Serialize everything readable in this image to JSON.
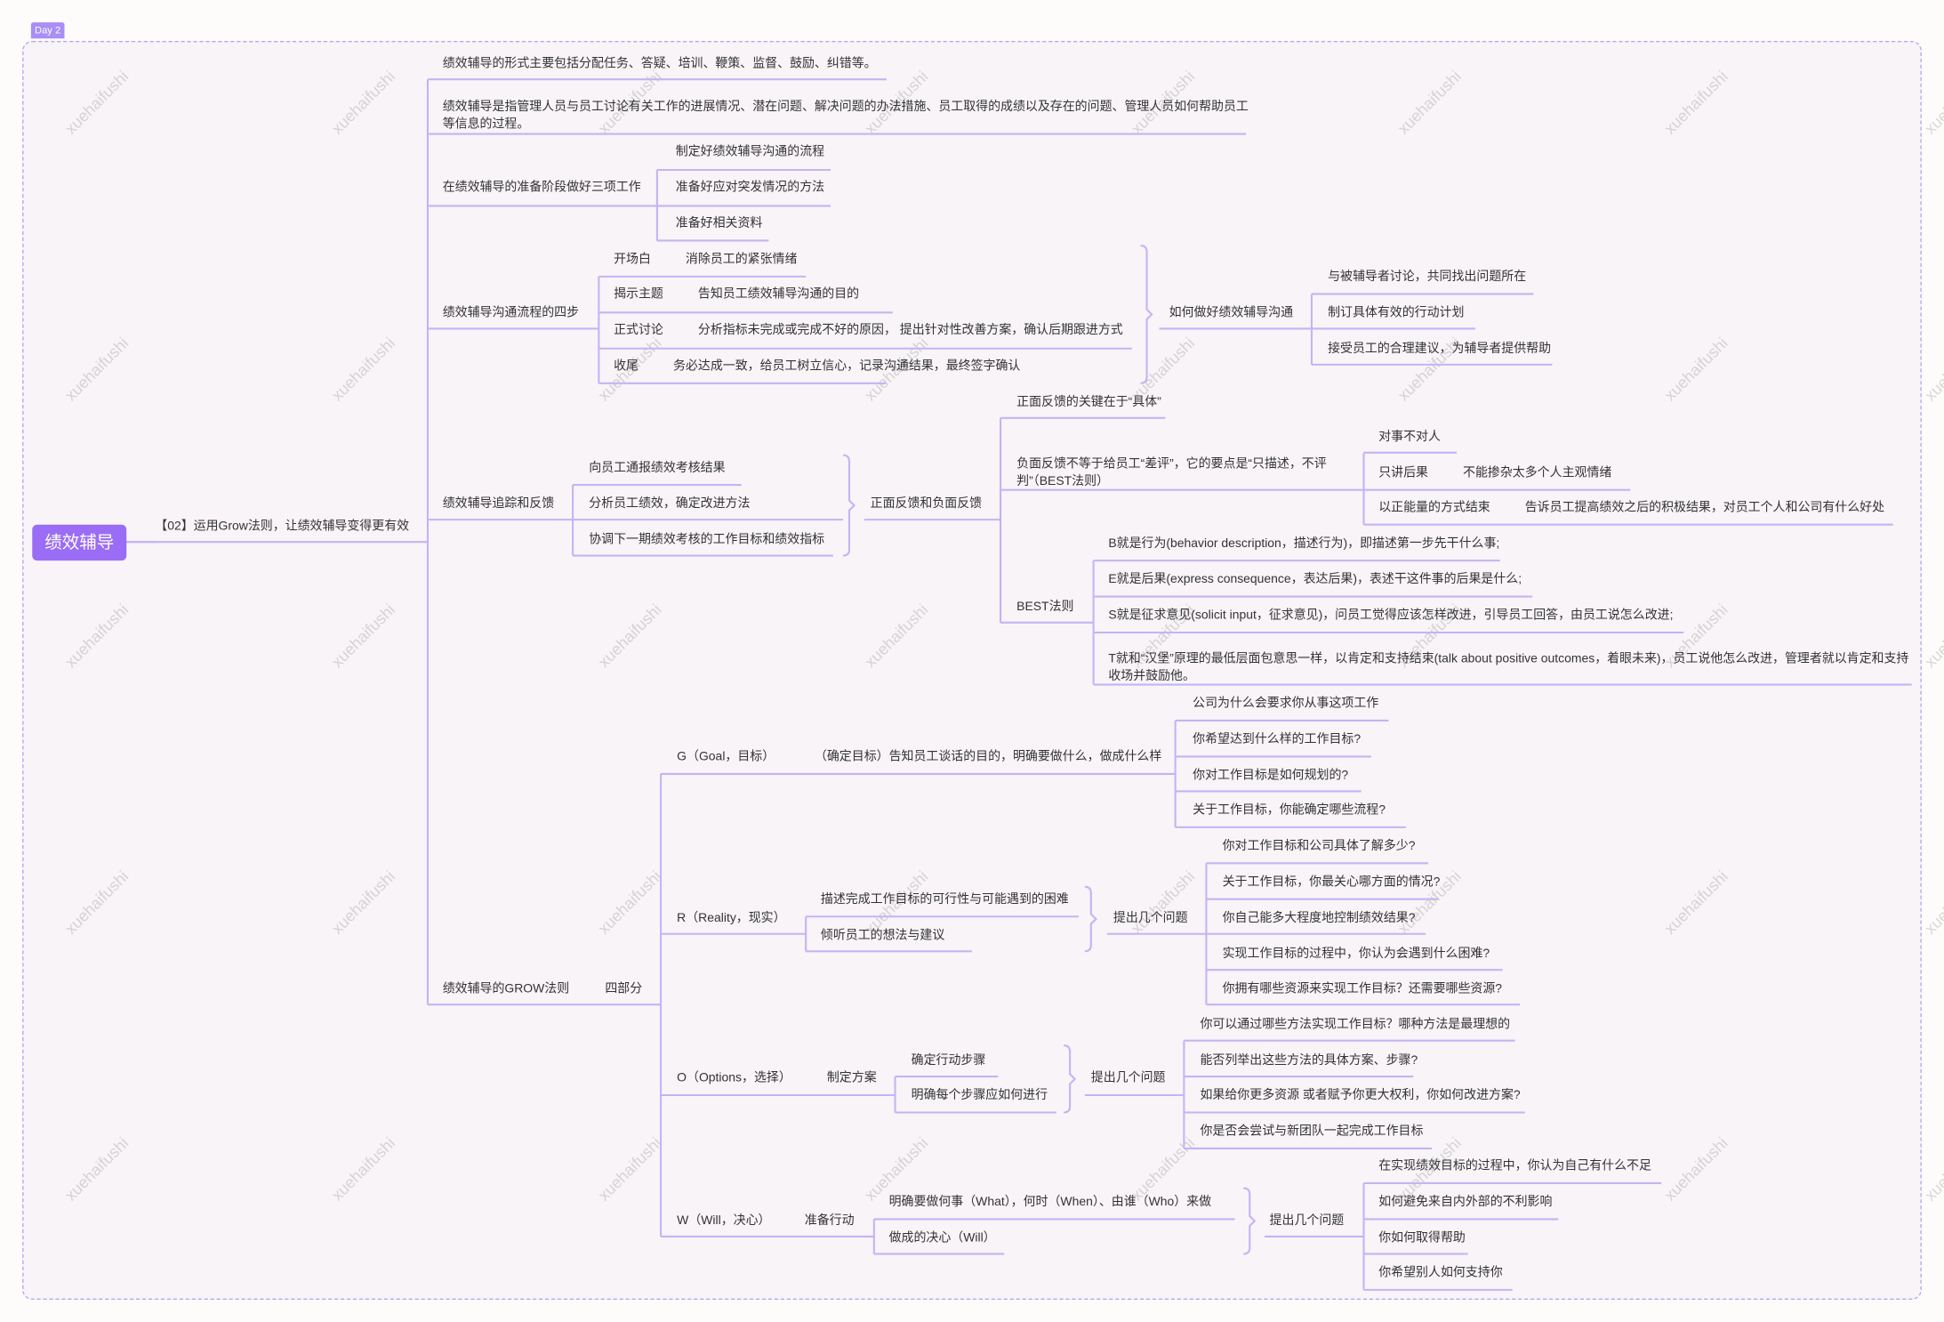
{
  "tag": "Day 2",
  "root": "绩效辅导",
  "branch": "【02】运用Grow法则，让绩效辅导变得更有效",
  "watermark": "xuehaifushi",
  "colors": {
    "accent": "#9b6cf5",
    "line": "#c3b5f3",
    "text": "#333333"
  },
  "forms": "绩效辅导的形式主要包括分配任务、答疑、培训、鞭策、监督、鼓励、纠错等。",
  "definition": "绩效辅导是指管理人员与员工讨论有关工作的进展情况、潜在问题、解决问题的办法措施、员工取得的成绩以及存在的问题、管理人员如何帮助员工等信息的过程。",
  "prep": {
    "label": "在绩效辅导的准备阶段做好三项工作",
    "items": [
      "制定好绩效辅导沟通的流程",
      "准备好应对突发情况的方法",
      "准备好相关资料"
    ]
  },
  "steps": {
    "label": "绩效辅导沟通流程的四步",
    "items": [
      {
        "k": "开场白",
        "v": "消除员工的紧张情绪"
      },
      {
        "k": "揭示主题",
        "v": "告知员工绩效辅导沟通的目的"
      },
      {
        "k": "正式讨论",
        "v": "分析指标未完成或完成不好的原因， 提出针对性改善方案，确认后期跟进方式"
      },
      {
        "k": "收尾",
        "v": "务必达成一致，给员工树立信心，记录沟通结果，最终签字确认"
      }
    ],
    "how": {
      "label": "如何做好绩效辅导沟通",
      "items": [
        "与被辅导者讨论，共同找出问题所在",
        "制订具体有效的行动计划",
        "接受员工的合理建议，为辅导者提供帮助"
      ]
    }
  },
  "track": {
    "label": "绩效辅导追踪和反馈",
    "items": [
      "向员工通报绩效考核结果",
      "分析员工绩效，确定改进方法",
      "协调下一期绩效考核的工作目标和绩效指标"
    ],
    "fb": {
      "label": "正面反馈和负面反馈",
      "positive": "正面反馈的关键在于“具体”",
      "negative": {
        "label": "负面反馈不等于给员工“差评”，它的要点是“只描述，不评判”（BEST法则）",
        "items": [
          {
            "k": "对事不对人"
          },
          {
            "k": "只讲后果",
            "v": "不能掺杂太多个人主观情绪"
          },
          {
            "k": "以正能量的方式结束",
            "v": "告诉员工提高绩效之后的积极结果，对员工个人和公司有什么好处"
          }
        ]
      },
      "best": {
        "label": "BEST法则",
        "items": [
          "B就是行为(behavior description，描述行为)，即描述第一步先干什么事;",
          "E就是后果(express consequence，表达后果)，表述干这件事的后果是什么;",
          "S就是征求意见(solicit input，征求意见)，问员工觉得应该怎样改进，引导员工回答，由员工说怎么改进;",
          "T就和“汉堡”原理的最低层面包意思一样，以肯定和支持结束(talk about positive outcomes，着眼未来)，员工说他怎么改进，管理者就以肯定和支持收场并鼓励他。"
        ]
      }
    }
  },
  "grow": {
    "label": "绩效辅导的GROW法则",
    "note": "四部分",
    "g": {
      "label": "G（Goal，目标）",
      "desc": "（确定目标）告知员工谈话的目的，明确要做什么，做成什么样",
      "questions": [
        "公司为什么会要求你从事这项工作",
        "你希望达到什么样的工作目标?",
        "你对工作目标是如何规划的?",
        "关于工作目标，你能确定哪些流程?"
      ]
    },
    "r": {
      "label": "R（Reality，现实）",
      "items": [
        "描述完成工作目标的可行性与可能遇到的困难",
        "倾听员工的想法与建议"
      ],
      "ask": "提出几个问题",
      "questions": [
        "你对工作目标和公司具体了解多少?",
        "关于工作目标，你最关心哪方面的情况?",
        "你自己能多大程度地控制绩效结果?",
        "实现工作目标的过程中，你认为会遇到什么困难?",
        "你拥有哪些资源来实现工作目标？还需要哪些资源?"
      ]
    },
    "o": {
      "label": "O（Options，选择）",
      "note": "制定方案",
      "items": [
        "确定行动步骤",
        "明确每个步骤应如何进行"
      ],
      "ask": "提出几个问题",
      "questions": [
        "你可以通过哪些方法实现工作目标？哪种方法是最理想的",
        "能否列举出这些方法的具体方案、步骤?",
        "如果给你更多资源 或者赋予你更大权利，你如何改进方案?",
        "你是否会尝试与新团队一起完成工作目标"
      ]
    },
    "w": {
      "label": "W（Will，决心）",
      "note": "准备行动",
      "items": [
        "明确要做何事（What），何时（When）、由谁（Who）来做",
        "做成的决心（Will）"
      ],
      "ask": "提出几个问题",
      "questions": [
        "在实现绩效目标的过程中，你认为自己有什么不足",
        "如何避免来自内外部的不利影响",
        "你如何取得帮助",
        "你希望别人如何支持你"
      ]
    }
  }
}
